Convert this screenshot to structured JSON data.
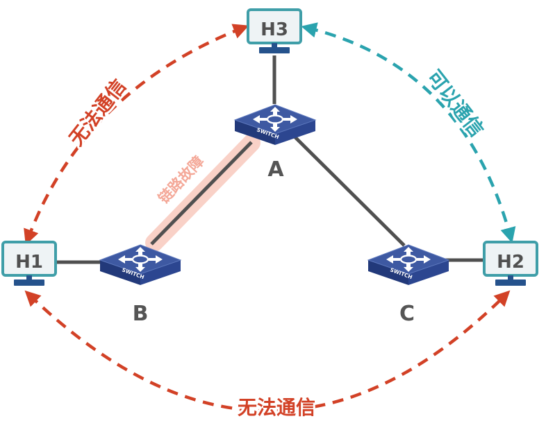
{
  "colors": {
    "fail": "#d24126",
    "ok": "#2aa3ae",
    "link": "#505050",
    "switch_top": "#3e59a2",
    "switch_side": "#263e82",
    "host_border": "#3f9ea8",
    "host_fill": "#eef3f5",
    "stand": "#25528c",
    "fault_glow": "#f9c9be",
    "fault_text": "#f4a898"
  },
  "hosts": {
    "h1": "H1",
    "h2": "H2",
    "h3": "H3"
  },
  "switches": {
    "a": {
      "label": "A",
      "text": "SWITCH"
    },
    "b": {
      "label": "B",
      "text": "SWITCH"
    },
    "c": {
      "label": "C",
      "text": "SWITCH"
    }
  },
  "annotations": {
    "h3_h1": "无法通信",
    "h3_h2": "可以通信",
    "h1_h2": "无法通信",
    "fault": "链路故障"
  },
  "icons": [
    "host-monitor-icon",
    "switch-icon",
    "arrow-icon"
  ]
}
